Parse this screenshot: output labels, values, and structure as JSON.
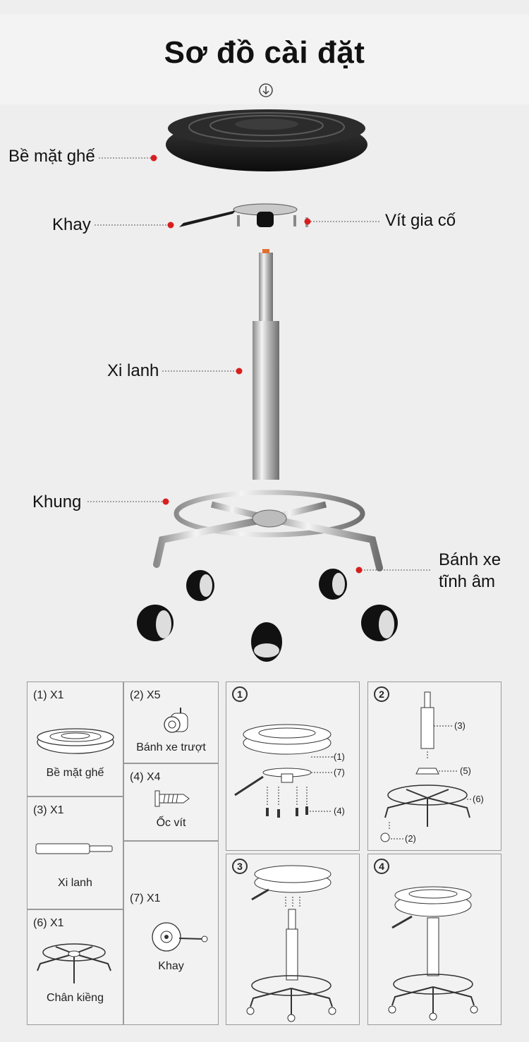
{
  "header": {
    "title": "Sơ đồ cài đặt",
    "scroll_icon": "arrow-down-circle-icon"
  },
  "diagram": {
    "labels": {
      "seat": "Bề mặt ghế",
      "tray": "Khay",
      "screws": "Vít gia cố",
      "cylinder": "Xi lanh",
      "frame": "Khung",
      "wheels": "Bánh xe tĩnh âm"
    },
    "wheels_line1": "Bánh xe",
    "wheels_line2": "tĩnh âm",
    "accent_color": "#d81e1e"
  },
  "parts": [
    {
      "id": "p1",
      "head": "(1) X1",
      "caption": "Bề mặt ghế"
    },
    {
      "id": "p2",
      "head": "(2) X5",
      "caption": "Bánh xe trượt"
    },
    {
      "id": "p4",
      "head": "(4) X4",
      "caption": "Ốc vít"
    },
    {
      "id": "p3",
      "head": "(3) X1",
      "caption": "Xi lanh"
    },
    {
      "id": "p7",
      "head": "(7) X1",
      "caption": "Khay"
    },
    {
      "id": "p6",
      "head": "(6) X1",
      "caption": "Chân kiềng"
    }
  ],
  "steps": [
    {
      "num": "1",
      "refs": [
        "(1)",
        "(7)",
        "(4)"
      ]
    },
    {
      "num": "2",
      "refs": [
        "(3)",
        "(5)",
        "(6)",
        "(2)"
      ]
    },
    {
      "num": "3",
      "refs": []
    },
    {
      "num": "4",
      "refs": []
    }
  ]
}
